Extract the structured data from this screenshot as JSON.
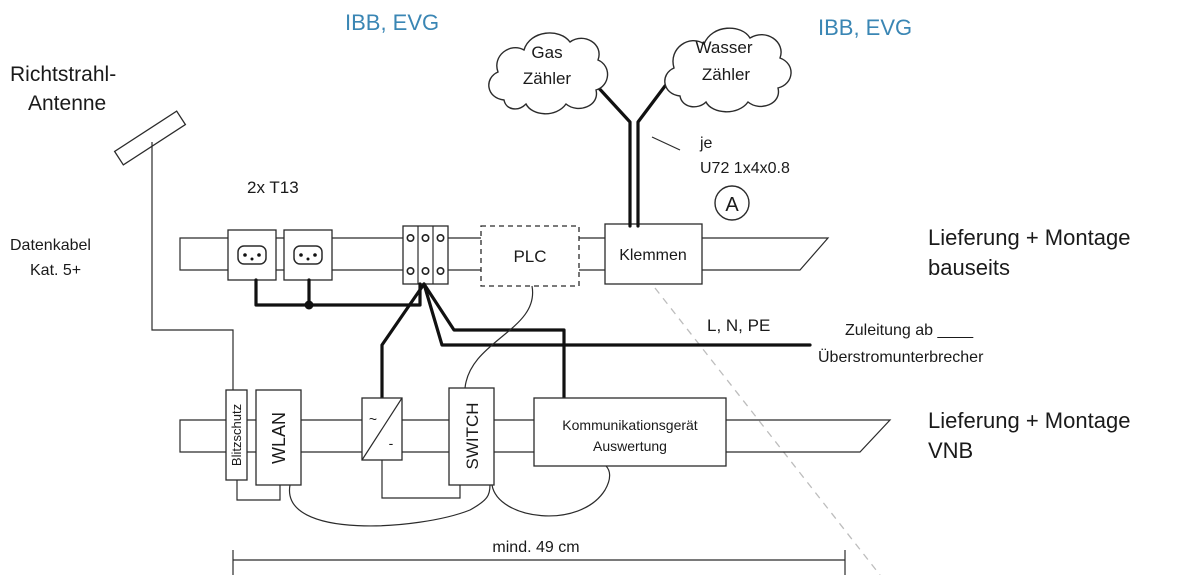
{
  "labels": {
    "ibb_left": "IBB, EVG",
    "ibb_right": "IBB, EVG",
    "gas_line1": "Gas",
    "gas_line2": "Zähler",
    "water_line1": "Wasser",
    "water_line2": "Zähler",
    "antenna_line1": "Richtstrahl-",
    "antenna_line2": "Antenne",
    "cable_note_line1": "je",
    "cable_note_line2": "U72  1x4x0.8",
    "marker_a": "A",
    "t13": "2x T13",
    "datacable_line1": "Datenkabel",
    "datacable_line2": "Kat. 5+",
    "plc": "PLC",
    "klemmen": "Klemmen",
    "delivery_top_line1": "Lieferung + Montage",
    "delivery_top_line2": "bauseits",
    "lnpe": "L, N, PE",
    "feed_line1": "Zuleitung ab ____",
    "feed_line2": "Überstromunterbrecher",
    "blitzschutz": "Blitzschutz",
    "wlan": "WLAN",
    "converter_ac": "~",
    "converter_dc": "-",
    "switch": "SWITCH",
    "comm_line1": "Kommunikationsgerät",
    "comm_line2": "Auswertung",
    "delivery_bottom_line1": "Lieferung + Montage",
    "delivery_bottom_line2": "VNB",
    "dimension": "mind. 49 cm"
  },
  "colors": {
    "annotation_blue": "#3a86b4",
    "line": "#111111"
  }
}
